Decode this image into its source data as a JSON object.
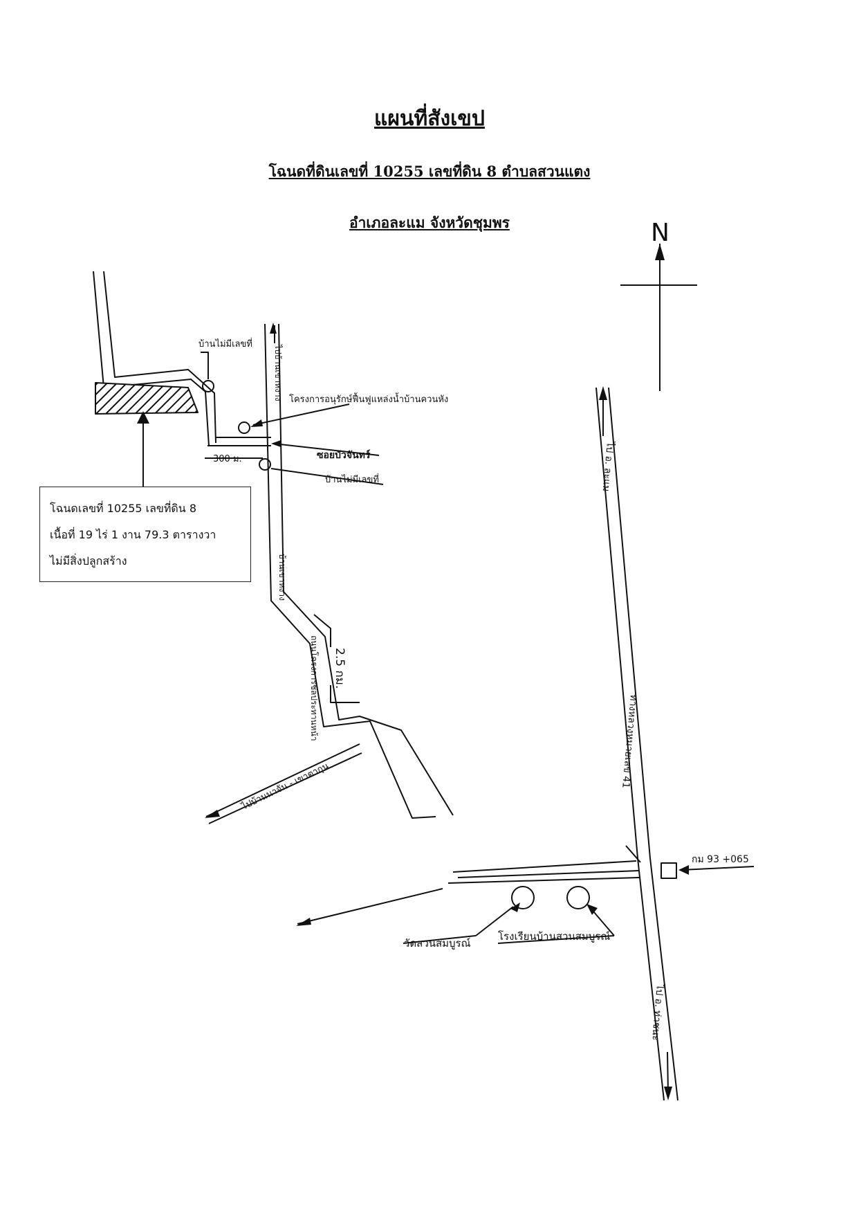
{
  "header": {
    "title": "แผนที่สังเขป",
    "deed_line": "โฉนดที่ดินเลขที่ 10255 เลขที่ดิน 8 ตำบลสวนแตง",
    "district_line": "อำเภอละแม จังหวัดชุมพร"
  },
  "compass": {
    "north": "N"
  },
  "info_box": {
    "line1": "โฉนดเลขที่ 10255 เลขที่ดิน 8",
    "line2": "เนื้อที่ 19 ไร่ 1 งาน 79.3 ตารางวา",
    "line3": "ไม่มีสิ่งปลูกสร้าง"
  },
  "labels": {
    "house_no_number_top": "บ้านไม่มีเลขที่",
    "house_no_number_bottom": "บ้านไม่มีเลขที่",
    "water_project": "โครงการอนุรักษ์ฟื้นฟูแหล่งน้ำบ้านควนหัง",
    "soi": "ซอยบัวจันทร์",
    "dist_300": "300 ม.",
    "dist_25": "2.5 กม.",
    "road_to_khao_ta_ngang_top": "ไปบ้านเขาหงาง",
    "road_to_khao_ta_ngang_mid": "บ้านเขาหงาง",
    "road_inner": "ถนนโครงการชลประทานหน้า",
    "road_na_chan": "ไปบ้านนาจัน - เขาตากุน",
    "highway": "ทางหลวงหมายเลข 41",
    "to_lamae": "ไป อ. ละแม",
    "to_tha_chana": "ไป อ. ท่าชนะ",
    "km_marker": "กม 93 +065",
    "temple": "วัดสวนสมบูรณ์",
    "school": "โรงเรียนบ้านสวนสมบูรณ์"
  }
}
